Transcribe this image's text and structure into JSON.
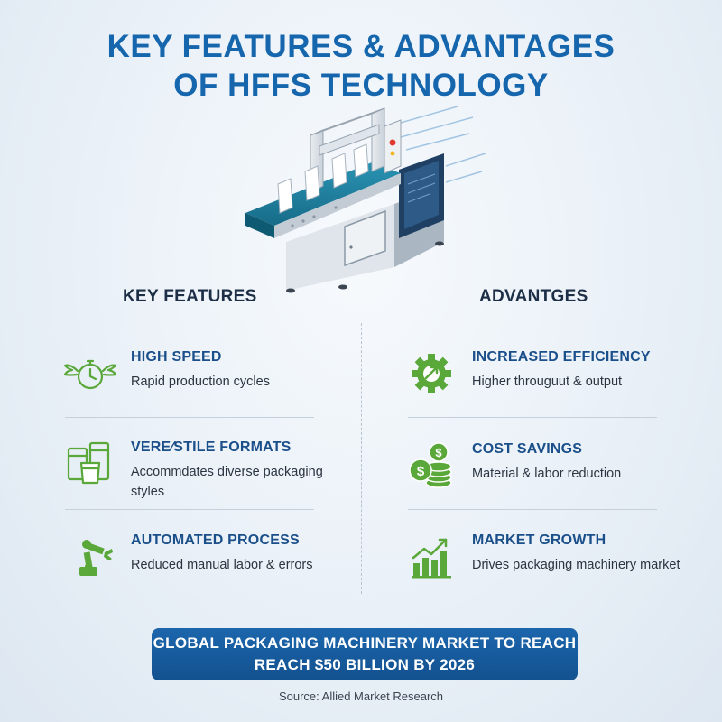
{
  "title": {
    "line1": "KEY FEATURES & ADVANTAGES",
    "line2": "OF HFFS TECHNOLOGY"
  },
  "colors": {
    "title_blue": "#1566ad",
    "icon_green": "#5aa83a",
    "banner_blue": "#1c66ad",
    "conveyor_teal": "#1f7f9d"
  },
  "machine": {
    "icon": "hffs-packaging-machine-illustration"
  },
  "features": {
    "heading": "KEY FEATURES",
    "items": [
      {
        "icon": "winged-stopwatch-icon",
        "title": "HIGH SPEED",
        "desc_lines": [
          "Rapid production cycles"
        ]
      },
      {
        "icon": "packaging-formats-icon",
        "title": "VERE⁄STILE FORMATS",
        "desc_lines": [
          "Accommdates diverse packaging",
          "styles"
        ]
      },
      {
        "icon": "robotic-arm-icon",
        "title": "AUTOMATED PROCESS",
        "desc_lines": [
          "Reduced manual labor & errors"
        ]
      }
    ]
  },
  "advantages": {
    "heading": "ADVANTGES",
    "items": [
      {
        "icon": "gear-arrows-icon",
        "title": "INCREASED EFFICIENCY",
        "desc_lines": [
          "Higher througuut & output"
        ]
      },
      {
        "icon": "coin-stack-icon",
        "title": "COST SAVINGS",
        "desc_lines": [
          "Material & labor reduction"
        ]
      },
      {
        "icon": "growth-chart-icon",
        "title": "MARKET GROWTH",
        "desc_lines": [
          "Drives packaging machinery market"
        ]
      }
    ]
  },
  "banner": {
    "line1": "GLOBAL PACKAGING MACHINERY MARKET TO REACH",
    "line2": "REACH $50 BILLION BY 2026"
  },
  "source": "Source: Allied Market Research"
}
